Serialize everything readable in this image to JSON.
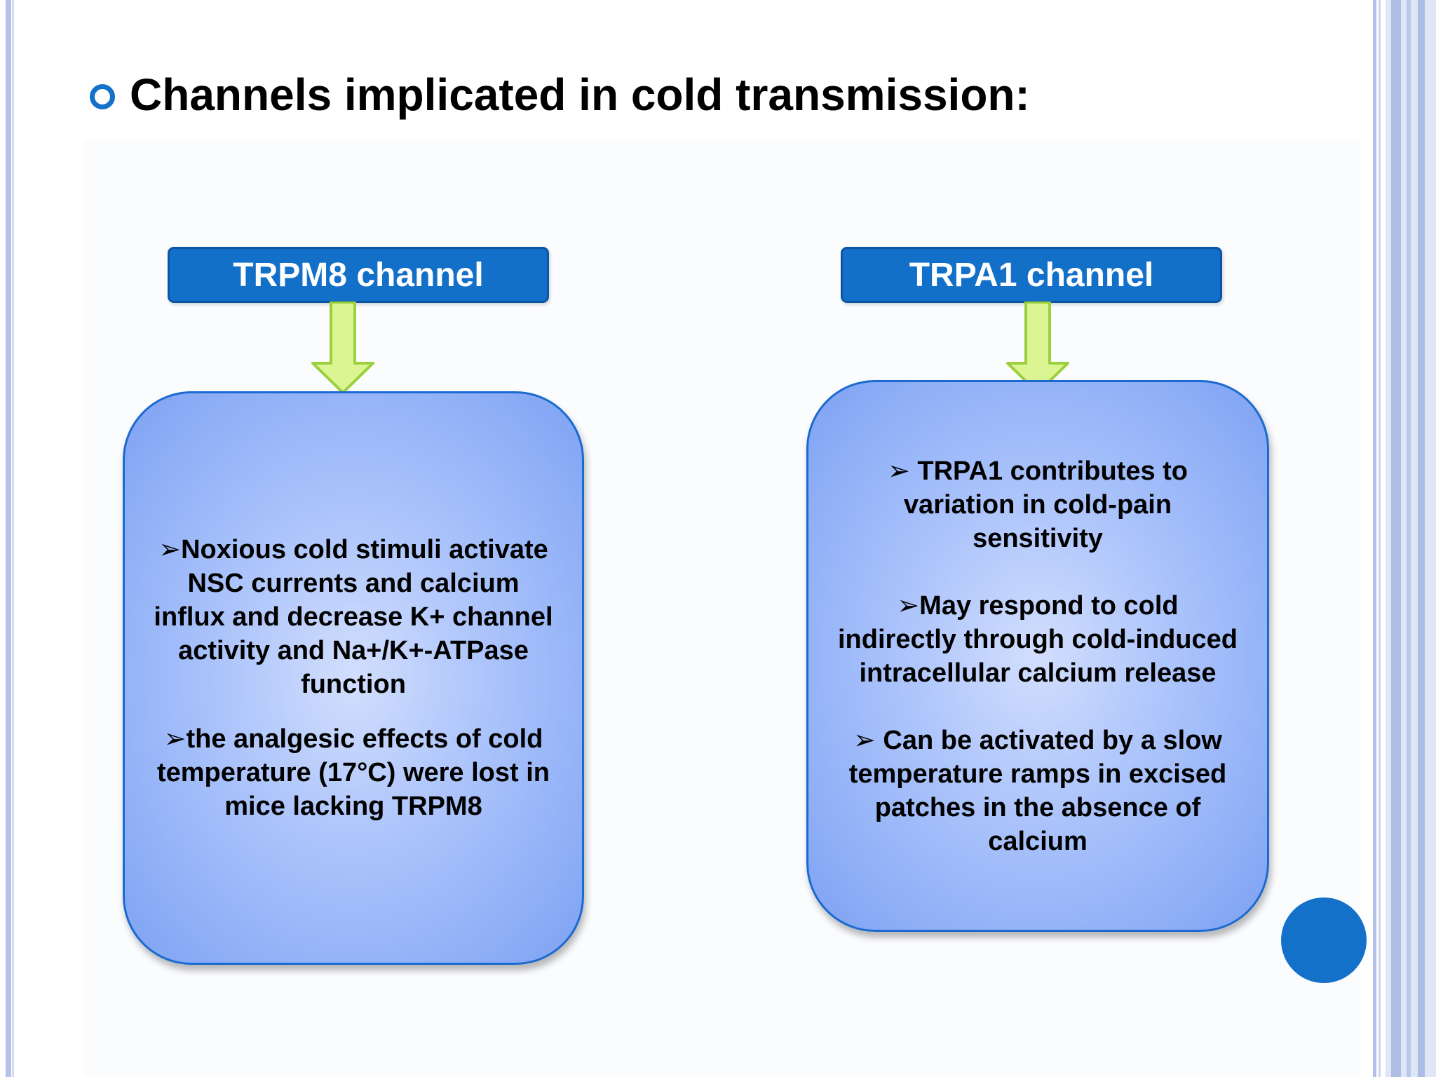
{
  "title": {
    "text": "Channels implicated in cold transmission:"
  },
  "colors": {
    "accent": "#1371c9",
    "header_box": "#1370c9",
    "arrow_fill": "#dcf593",
    "arrow_stroke": "#9ccf3d",
    "box_light": "#d2defd",
    "box_dark": "#7ea2f3"
  },
  "icons": {
    "title_bullet": "ring-bullet-icon",
    "arrow": "arrow-down-icon",
    "decoration": "circle-decoration"
  },
  "channels": [
    {
      "name": "TRPM8 channel",
      "points": [
        "➢Noxious cold stimuli activate NSC currents and calcium influx and decrease K+ channel activity and Na+/K+-ATPase function",
        "➢the analgesic effects of cold temperature (17°C) were lost in mice lacking TRPM8"
      ]
    },
    {
      "name": "TRPA1 channel",
      "points": [
        "➢ TRPA1 contributes to variation in cold-pain sensitivity",
        "➢May respond to cold indirectly through cold-induced intracellular calcium release",
        "➢ Can be activated by a slow temperature ramps in excised patches in the absence of calcium"
      ]
    }
  ]
}
